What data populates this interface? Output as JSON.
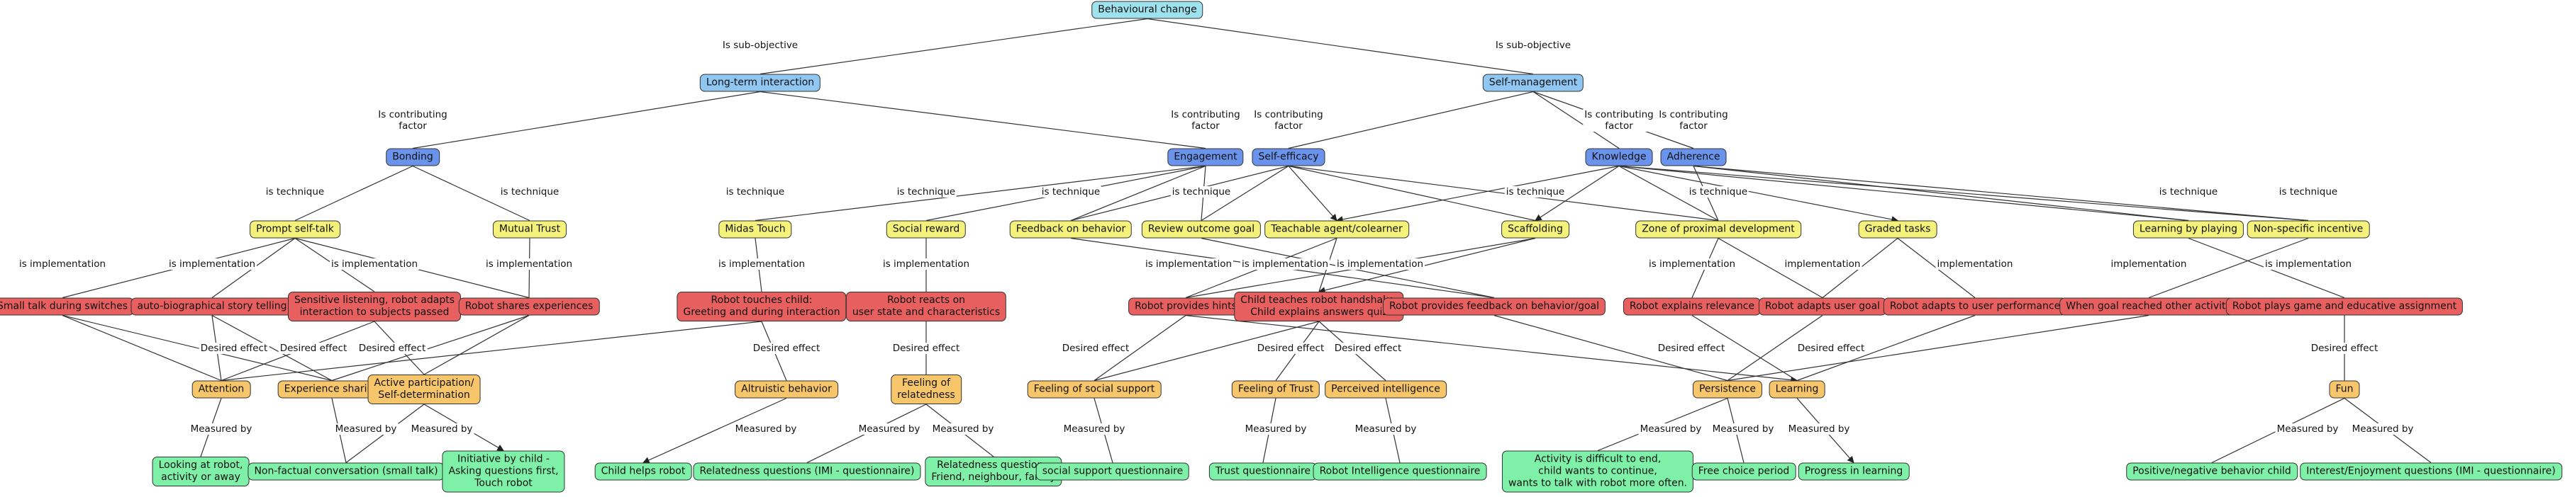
{
  "diagram": {
    "type": "concept-map",
    "nodes": [
      {
        "id": "root",
        "label": "Behavioural change",
        "kind": "root"
      },
      {
        "id": "g1",
        "label": "Long-term interaction",
        "kind": "goal"
      },
      {
        "id": "g2",
        "label": "Self-management",
        "kind": "goal"
      },
      {
        "id": "f_bond",
        "label": "Bonding",
        "kind": "factor"
      },
      {
        "id": "f_eng",
        "label": "Engagement",
        "kind": "factor"
      },
      {
        "id": "f_se",
        "label": "Self-efficacy",
        "kind": "factor"
      },
      {
        "id": "f_know",
        "label": "Knowledge",
        "kind": "factor"
      },
      {
        "id": "f_adh",
        "label": "Adherence",
        "kind": "factor"
      },
      {
        "id": "t_psf",
        "label": "Prompt self-talk",
        "kind": "technique"
      },
      {
        "id": "t_mt",
        "label": "Mutual Trust",
        "kind": "technique"
      },
      {
        "id": "t_midas",
        "label": "Midas Touch",
        "kind": "technique"
      },
      {
        "id": "t_sr",
        "label": "Social reward",
        "kind": "technique"
      },
      {
        "id": "t_fb",
        "label": "Feedback on behavior",
        "kind": "technique"
      },
      {
        "id": "t_rog",
        "label": "Review outcome goal",
        "kind": "technique"
      },
      {
        "id": "t_tac",
        "label": "Teachable agent/colearner",
        "kind": "technique"
      },
      {
        "id": "t_scaf",
        "label": "Scaffolding",
        "kind": "technique"
      },
      {
        "id": "t_zpd",
        "label": "Zone of proximal development",
        "kind": "technique"
      },
      {
        "id": "t_gt",
        "label": "Graded tasks",
        "kind": "technique"
      },
      {
        "id": "t_lbp",
        "label": "Learning by playing",
        "kind": "technique"
      },
      {
        "id": "t_nsi",
        "label": "Non-specific incentive",
        "kind": "technique"
      },
      {
        "id": "i_st",
        "label": "Small talk during switches",
        "kind": "implementation"
      },
      {
        "id": "i_abs",
        "label": "auto-biographical story telling",
        "kind": "implementation"
      },
      {
        "id": "i_sl",
        "label": "Sensitive listening, robot adapts\ninteraction to subjects passed",
        "kind": "implementation"
      },
      {
        "id": "i_rse",
        "label": "Robot shares experiences",
        "kind": "implementation"
      },
      {
        "id": "i_rtc",
        "label": "Robot touches child:\nGreeting and during interaction",
        "kind": "implementation"
      },
      {
        "id": "i_rr",
        "label": "Robot reacts on\nuser state and characteristics",
        "kind": "implementation"
      },
      {
        "id": "i_hints",
        "label": "Robot provides hints",
        "kind": "implementation"
      },
      {
        "id": "i_cth",
        "label": "Child teaches robot handshake,\nChild explains answers quiz",
        "kind": "implementation"
      },
      {
        "id": "i_rpf",
        "label": "Robot provides feedback on behavior/goal",
        "kind": "implementation"
      },
      {
        "id": "i_rel",
        "label": "Robot explains relevance",
        "kind": "implementation"
      },
      {
        "id": "i_aug",
        "label": "Robot adapts user goal",
        "kind": "implementation"
      },
      {
        "id": "i_aup",
        "label": "Robot adapts to user performance",
        "kind": "implementation"
      },
      {
        "id": "i_wgr",
        "label": "When goal reached other activity",
        "kind": "implementation"
      },
      {
        "id": "i_rpg",
        "label": "Robot plays game and educative assignment",
        "kind": "implementation"
      },
      {
        "id": "e_att",
        "label": "Attention",
        "kind": "effect"
      },
      {
        "id": "e_exp",
        "label": "Experience sharing",
        "kind": "effect"
      },
      {
        "id": "e_ap",
        "label": "Active participation/\nSelf-determination",
        "kind": "effect"
      },
      {
        "id": "e_alt",
        "label": "Altruistic behavior",
        "kind": "effect"
      },
      {
        "id": "e_for",
        "label": "Feeling of\nrelatedness",
        "kind": "effect"
      },
      {
        "id": "e_fss",
        "label": "Feeling of social support",
        "kind": "effect"
      },
      {
        "id": "e_ftr",
        "label": "Feeling of Trust",
        "kind": "effect"
      },
      {
        "id": "e_pi",
        "label": "Perceived intelligence",
        "kind": "effect"
      },
      {
        "id": "e_per",
        "label": "Persistence",
        "kind": "effect"
      },
      {
        "id": "e_lrn",
        "label": "Learning",
        "kind": "effect"
      },
      {
        "id": "e_fun",
        "label": "Fun",
        "kind": "effect"
      },
      {
        "id": "m_look",
        "label": "Looking at robot,\nactivity or away",
        "kind": "measure"
      },
      {
        "id": "m_nfc",
        "label": "Non-factual conversation (small talk)",
        "kind": "measure"
      },
      {
        "id": "m_init",
        "label": "Initiative by child -\nAsking questions first,\nTouch robot",
        "kind": "measure"
      },
      {
        "id": "m_chr",
        "label": "Child helps robot",
        "kind": "measure"
      },
      {
        "id": "m_relq",
        "label": "Relatedness questions (IMI - questionnaire)",
        "kind": "measure"
      },
      {
        "id": "m_relf",
        "label": "Relatedness question -\nFriend, neighbour, family",
        "kind": "measure"
      },
      {
        "id": "m_ssq",
        "label": "social support questionnaire",
        "kind": "measure"
      },
      {
        "id": "m_tq",
        "label": "Trust questionnaire",
        "kind": "measure"
      },
      {
        "id": "m_riq",
        "label": "Robot Intelligence questionnaire",
        "kind": "measure"
      },
      {
        "id": "m_diff",
        "label": "Activity is difficult to end,\nchild wants to continue,\nwants to talk with robot more often.",
        "kind": "measure"
      },
      {
        "id": "m_fcp",
        "label": "Free choice period",
        "kind": "measure"
      },
      {
        "id": "m_pil",
        "label": "Progress in learning",
        "kind": "measure"
      },
      {
        "id": "m_pnb",
        "label": "Positive/negative behavior child",
        "kind": "measure"
      },
      {
        "id": "m_ie",
        "label": "Interest/Enjoyment questions (IMI - questionnaire)",
        "kind": "measure"
      }
    ],
    "edge_labels": [
      {
        "id": "l_subobj1",
        "text": "Is sub-objective"
      },
      {
        "id": "l_subobj2",
        "text": "Is sub-objective"
      },
      {
        "id": "l_cf1",
        "text": "Is contributing\nfactor"
      },
      {
        "id": "l_cf2",
        "text": "Is contributing\nfactor"
      },
      {
        "id": "l_cf3",
        "text": "Is contributing\nfactor"
      },
      {
        "id": "l_cf4",
        "text": "Is contributing\nfactor"
      },
      {
        "id": "l_cf5",
        "text": "Is contributing\nfactor"
      },
      {
        "id": "l_tech1",
        "text": "is technique"
      },
      {
        "id": "l_tech2",
        "text": "is technique"
      },
      {
        "id": "l_tech3",
        "text": "is technique"
      },
      {
        "id": "l_tech4",
        "text": "is technique"
      },
      {
        "id": "l_tech5",
        "text": "is technique"
      },
      {
        "id": "l_tech6",
        "text": "is technique"
      },
      {
        "id": "l_tech7",
        "text": "is technique"
      },
      {
        "id": "l_tech8",
        "text": "is technique"
      },
      {
        "id": "l_tech9",
        "text": "is technique"
      },
      {
        "id": "l_tech10",
        "text": "is technique"
      },
      {
        "id": "l_impl1",
        "text": "is implementation"
      },
      {
        "id": "l_impl2",
        "text": "is implementation"
      },
      {
        "id": "l_impl3",
        "text": "is implementation"
      },
      {
        "id": "l_impl4",
        "text": "is implementation"
      },
      {
        "id": "l_impl5",
        "text": "is implementation"
      },
      {
        "id": "l_impl6",
        "text": "is implementation"
      },
      {
        "id": "l_impl7",
        "text": "is implementation"
      },
      {
        "id": "l_impl8",
        "text": "is implementation"
      },
      {
        "id": "l_impl9",
        "text": "is implementation"
      },
      {
        "id": "l_impl10",
        "text": "is implementation"
      },
      {
        "id": "l_impl11",
        "text": "implementation"
      },
      {
        "id": "l_impl12",
        "text": "implementation"
      },
      {
        "id": "l_impl13",
        "text": "implementation"
      },
      {
        "id": "l_impl14",
        "text": "is implementation"
      },
      {
        "id": "l_de1",
        "text": "Desired effect"
      },
      {
        "id": "l_de2",
        "text": "Desired effect"
      },
      {
        "id": "l_de3",
        "text": "Desired effect"
      },
      {
        "id": "l_de4",
        "text": "Desired effect"
      },
      {
        "id": "l_de5",
        "text": "Desired effect"
      },
      {
        "id": "l_de6",
        "text": "Desired effect"
      },
      {
        "id": "l_de7",
        "text": "Desired effect"
      },
      {
        "id": "l_de8",
        "text": "Desired effect"
      },
      {
        "id": "l_de9",
        "text": "Desired effect"
      },
      {
        "id": "l_de10",
        "text": "Desired effect"
      },
      {
        "id": "l_de11",
        "text": "Desired effect"
      },
      {
        "id": "l_mb1",
        "text": "Measured by"
      },
      {
        "id": "l_mb2",
        "text": "Measured by"
      },
      {
        "id": "l_mb3",
        "text": "Measured by"
      },
      {
        "id": "l_mb4",
        "text": "Measured by"
      },
      {
        "id": "l_mb5",
        "text": "Measured by"
      },
      {
        "id": "l_mb6",
        "text": "Measured by"
      },
      {
        "id": "l_mb7",
        "text": "Measured by"
      },
      {
        "id": "l_mb8",
        "text": "Measured by"
      },
      {
        "id": "l_mb9",
        "text": "Measured by"
      },
      {
        "id": "l_mb10",
        "text": "Measured by"
      },
      {
        "id": "l_mb11",
        "text": "Measured by"
      },
      {
        "id": "l_mb12",
        "text": "Measured by"
      },
      {
        "id": "l_mb13",
        "text": "Measured by"
      },
      {
        "id": "l_mb14",
        "text": "Measured by"
      }
    ],
    "colors": {
      "root": "#9ee2ee",
      "goal": "#8fc7f2",
      "factor": "#6a93ec",
      "technique": "#f4f27a",
      "implementation": "#e85f5f",
      "effect": "#f8c66a",
      "measure": "#7ff0a8",
      "edge": "#333333"
    }
  }
}
